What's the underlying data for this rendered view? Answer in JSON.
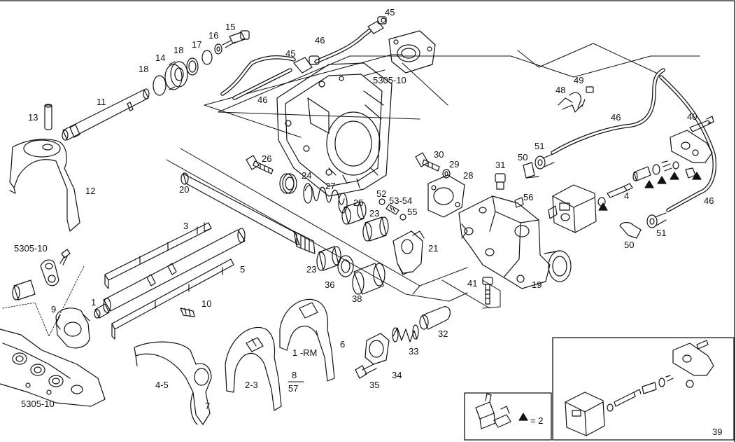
{
  "callouts": {
    "c45a": "45",
    "c45b": "45",
    "c46a": "46",
    "c46b": "46",
    "c46c": "46",
    "c46d": "46",
    "c15": "15",
    "c16": "16",
    "c17": "17",
    "c18a": "18",
    "c18b": "18",
    "c14": "14",
    "c13": "13",
    "c11": "11",
    "c12": "12",
    "c5305a": "5305-10",
    "c5305b": "5305-10",
    "c5305c": "5305-10",
    "c26": "26",
    "c24": "24",
    "c27": "27",
    "c20": "20",
    "c25": "25",
    "c23a": "23",
    "c23b": "23",
    "c52": "52",
    "c5354": "53-54",
    "c55": "55",
    "c21": "21",
    "c30": "30",
    "c29": "29",
    "c28": "28",
    "c31": "31",
    "c50a": "50",
    "c50b": "50",
    "c51a": "51",
    "c51b": "51",
    "c48": "48",
    "c49": "49",
    "c40": "40",
    "c56": "56",
    "c4": "4",
    "c3": "3",
    "c5": "5",
    "c1": "1",
    "c10": "10",
    "c9": "9",
    "c36": "36",
    "c38": "38",
    "c41": "41",
    "c19": "19",
    "c32": "32",
    "c33": "33",
    "c34": "34",
    "c35": "35",
    "c45": "4-5",
    "c7": "7",
    "c23": "2-3",
    "c8": "8",
    "c57": "57",
    "c1rm": "1 -RM",
    "c6": "6",
    "c39": "39"
  },
  "legend": {
    "equals_text": "= 2",
    "marker_icon": "black-triangle-icon"
  },
  "colors": {
    "line": "#111111",
    "background": "#ffffff"
  }
}
